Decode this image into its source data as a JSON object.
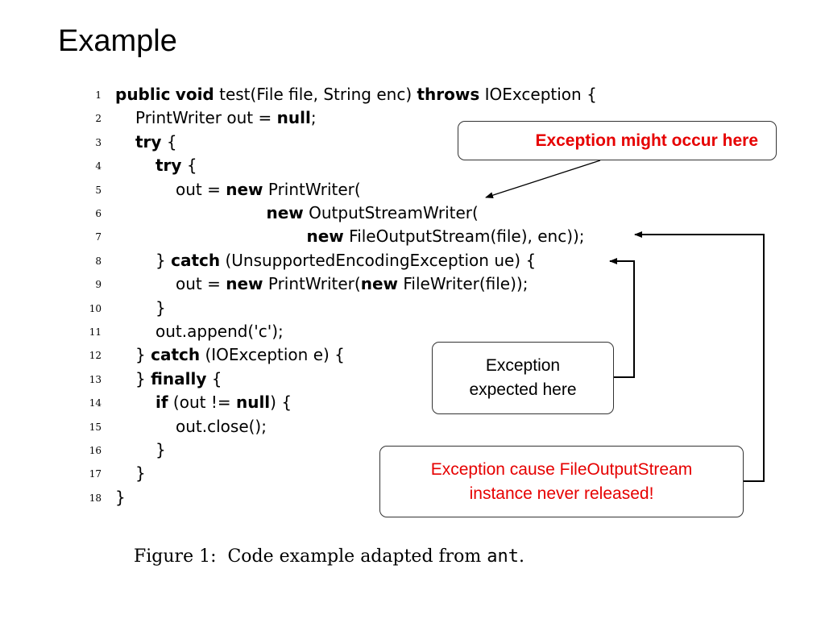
{
  "slide": {
    "title": "Example"
  },
  "code": {
    "lines": [
      {
        "n": "1",
        "indent": 0,
        "tokens": [
          [
            "kw",
            "public"
          ],
          [
            "t",
            " "
          ],
          [
            "kw",
            "void"
          ],
          [
            "t",
            " test(File file, String enc) "
          ],
          [
            "kw",
            "throws"
          ],
          [
            "t",
            " IOException {"
          ]
        ]
      },
      {
        "n": "2",
        "indent": 1,
        "tokens": [
          [
            "t",
            "PrintWriter out = "
          ],
          [
            "kw",
            "null"
          ],
          [
            "t",
            ";"
          ]
        ]
      },
      {
        "n": "3",
        "indent": 1,
        "tokens": [
          [
            "kw",
            "try"
          ],
          [
            "t",
            " {"
          ]
        ]
      },
      {
        "n": "4",
        "indent": 2,
        "tokens": [
          [
            "kw",
            "try"
          ],
          [
            "t",
            " {"
          ]
        ]
      },
      {
        "n": "5",
        "indent": 3,
        "tokens": [
          [
            "t",
            "out = "
          ],
          [
            "kw",
            "new"
          ],
          [
            "t",
            " PrintWriter("
          ]
        ]
      },
      {
        "n": "6",
        "indent": 7.5,
        "tokens": [
          [
            "kw",
            "new"
          ],
          [
            "t",
            " OutputStreamWriter("
          ]
        ]
      },
      {
        "n": "7",
        "indent": 9.5,
        "tokens": [
          [
            "kw",
            "new"
          ],
          [
            "t",
            " FileOutputStream(file), enc));"
          ]
        ]
      },
      {
        "n": "8",
        "indent": 2,
        "tokens": [
          [
            "t",
            "} "
          ],
          [
            "kw",
            "catch"
          ],
          [
            "t",
            " (UnsupportedEncodingException ue) {"
          ]
        ]
      },
      {
        "n": "9",
        "indent": 3,
        "tokens": [
          [
            "t",
            "out = "
          ],
          [
            "kw",
            "new"
          ],
          [
            "t",
            " PrintWriter("
          ],
          [
            "kw",
            "new"
          ],
          [
            "t",
            " FileWriter(file));"
          ]
        ]
      },
      {
        "n": "10",
        "indent": 2,
        "tokens": [
          [
            "t",
            "}"
          ]
        ]
      },
      {
        "n": "11",
        "indent": 2,
        "tokens": [
          [
            "t",
            "out.append('c');"
          ]
        ]
      },
      {
        "n": "12",
        "indent": 1,
        "tokens": [
          [
            "t",
            "} "
          ],
          [
            "kw",
            "catch"
          ],
          [
            "t",
            " (IOException e) {"
          ]
        ]
      },
      {
        "n": "13",
        "indent": 1,
        "tokens": [
          [
            "t",
            "} "
          ],
          [
            "kw",
            "finally"
          ],
          [
            "t",
            " {"
          ]
        ]
      },
      {
        "n": "14",
        "indent": 2,
        "tokens": [
          [
            "kw",
            "if"
          ],
          [
            "t",
            " (out != "
          ],
          [
            "kw",
            "null"
          ],
          [
            "t",
            ") {"
          ]
        ]
      },
      {
        "n": "15",
        "indent": 3,
        "tokens": [
          [
            "t",
            "out.close();"
          ]
        ]
      },
      {
        "n": "16",
        "indent": 2,
        "tokens": [
          [
            "t",
            "}"
          ]
        ]
      },
      {
        "n": "17",
        "indent": 1,
        "tokens": [
          [
            "t",
            "}"
          ]
        ]
      },
      {
        "n": "18",
        "indent": 0,
        "tokens": [
          [
            "t",
            "}"
          ]
        ]
      }
    ]
  },
  "callouts": {
    "might_occur": {
      "text": "Exception might occur here",
      "color": "#e60000"
    },
    "expected": {
      "line1": "Exception",
      "line2": "expected here",
      "color": "#000000"
    },
    "cause": {
      "line1": "Exception cause FileOutputStream",
      "line2": "instance never released!",
      "color": "#e60000"
    }
  },
  "caption": {
    "prefix": "Figure 1:  Code example adapted from ",
    "code": "ant",
    "suffix": "."
  }
}
